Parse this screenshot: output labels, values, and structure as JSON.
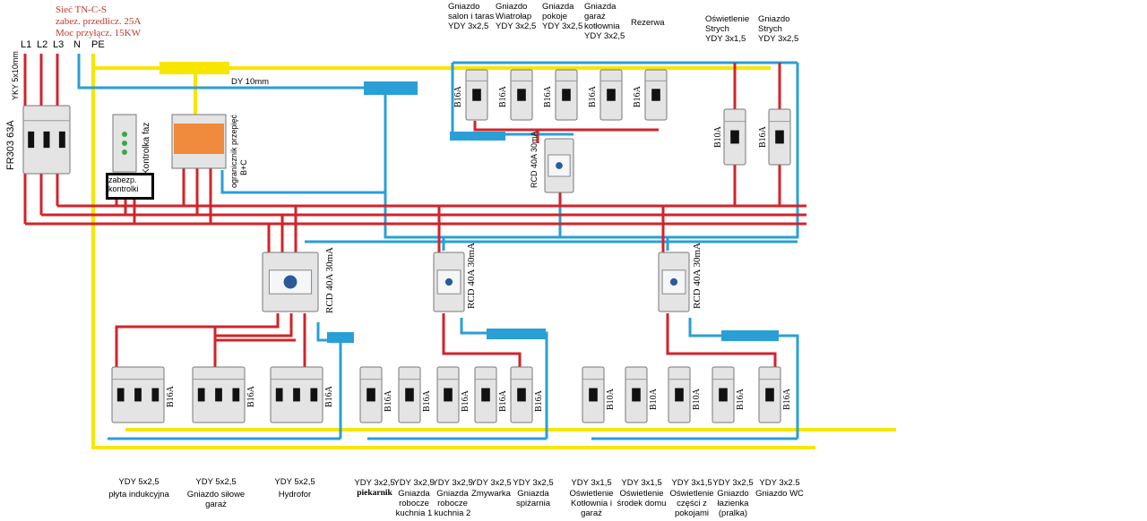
{
  "network": {
    "line1": "Sieć TN-C-S",
    "line2": "zabez. przedlicz. 25A",
    "line3": "Moc przyłącz. 15KW"
  },
  "conductors": [
    "L1",
    "L2",
    "L3",
    "N",
    "PE"
  ],
  "cable_main": "YKY 5x10mm",
  "main_switch": "FR303  63A",
  "phase_indicator": "Kontrolka faz",
  "control_fuse": [
    "zabezp.",
    "kontrolki"
  ],
  "surge": [
    "ogranicznik przepięć",
    "B+C"
  ],
  "pe_cable": "DY 10mm",
  "top_rcd": "RCD 40A 30mA",
  "top_circuits": [
    {
      "lines": [
        "Gniazdo",
        "salon i taras",
        "YDY 3x2,5"
      ],
      "breaker": "B16A"
    },
    {
      "lines": [
        "Gniazdo",
        "Wiatrołap",
        "YDY 3x2,5"
      ],
      "breaker": "B16A"
    },
    {
      "lines": [
        "Gniazda",
        "pokoje",
        "YDY 3x2,5"
      ],
      "breaker": "B16A"
    },
    {
      "lines": [
        "Gniazda",
        "garaż",
        "kotłownia",
        "YDY 3x2,5"
      ],
      "breaker": "B16A"
    },
    {
      "lines": [
        "Rezerwa"
      ],
      "breaker": "B16A"
    }
  ],
  "attic_circuits": [
    {
      "lines": [
        "Oświetlenie",
        "Strych",
        "YDY 3x1,5"
      ],
      "breaker": "B10A"
    },
    {
      "lines": [
        "Gniazdo",
        "Strych",
        "YDY 3x2,5"
      ],
      "breaker": "B16A"
    }
  ],
  "rcd_labels": [
    "RCD  40A 30mA",
    "RCD  40A 30mA",
    "RCD  40A 30mA"
  ],
  "three_phase": [
    {
      "cable": "YDY 5x2,5",
      "name": [
        "płyta indukcyjna"
      ],
      "breaker": "B16A"
    },
    {
      "cable": "YDY 5x2,5",
      "name": [
        "Gniazdo siłowe",
        "garaż"
      ],
      "breaker": "B16A"
    },
    {
      "cable": "YDY 5x2,5",
      "name": [
        "Hydrofor"
      ],
      "breaker": "B16A"
    }
  ],
  "mid_circuits": [
    {
      "cable": "YDY 3x2,5",
      "name": [
        "piekarnik"
      ],
      "breaker": "B16A"
    },
    {
      "cable": "YDY 3x2,5",
      "name": [
        "Gniazda",
        "robocze",
        "kuchnia 1"
      ],
      "breaker": "B16A"
    },
    {
      "cable": "YDY 3x2,5",
      "name": [
        "Gniazda",
        "robocze",
        "kuchnia 2"
      ],
      "breaker": "B16A"
    },
    {
      "cable": "YDY 3x2,5",
      "name": [
        "Zmywarka"
      ],
      "breaker": "B16A"
    },
    {
      "cable": "YDY 3x2,5",
      "name": [
        "Gniazda",
        "spiżarnia"
      ],
      "breaker": "B16A"
    }
  ],
  "right_circuits": [
    {
      "cable": "YDY 3x1,5",
      "name": [
        "Oświetlenie",
        "Kotłownia i",
        "garaż"
      ],
      "breaker": "B10A"
    },
    {
      "cable": "YDY 3x1,5",
      "name": [
        "Oświetlenie",
        "środek domu"
      ],
      "breaker": "B10A"
    },
    {
      "cable": "YDY 3x1,5",
      "name": [
        "Oświetlenie",
        "części z",
        "pokojami"
      ],
      "breaker": "B10A"
    },
    {
      "cable": "YDY 3x2,5",
      "name": [
        "Gniazdo",
        "łazienka",
        "(pralka)"
      ],
      "breaker": "B16A"
    },
    {
      "cable": "YDY 3x2.5",
      "name": [
        "Gniazdo WC"
      ],
      "breaker": "B16A"
    }
  ],
  "colors": {
    "phase": "#d2232a",
    "neutral": "#2a9fd6",
    "pe": "#f7e600",
    "device": "#e4e4e4",
    "surge": "#f08a3c"
  }
}
